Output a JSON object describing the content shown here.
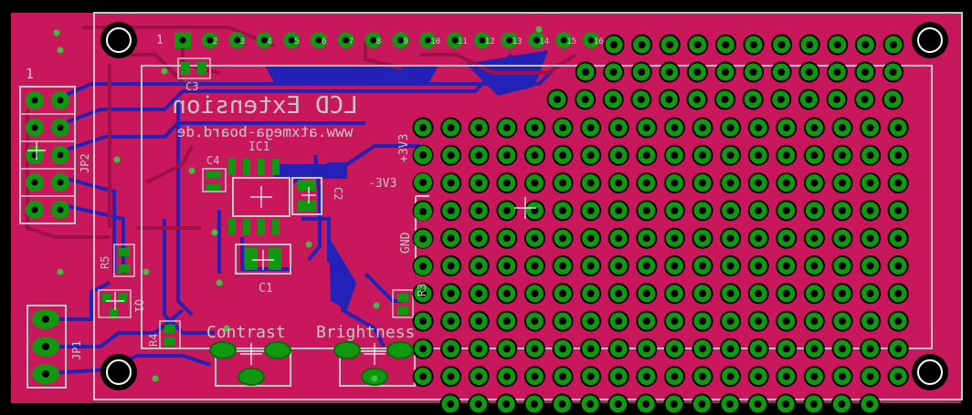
{
  "board": {
    "colors": {
      "background": "#000000",
      "board": "#c8175a",
      "top_copper": "#b0124c",
      "bottom_copper": "#2222b8",
      "pad": "#109810",
      "silk": "#c8c8c8",
      "outline": "#ffffff",
      "via": "#3fbf3f"
    },
    "title_text": "LCD Extension",
    "url_text": "www.atxmega-board.de",
    "labels": {
      "ic1": "IC1",
      "c1": "C1",
      "c2": "C2",
      "c3": "C3",
      "c4": "C4",
      "q1": "Q1",
      "r3": "R3",
      "r4": "R4",
      "r5": "R5",
      "jp1": "JP1",
      "jp2": "JP2",
      "pin1_top": "1",
      "pin1_left": "1",
      "pos3v3": "+3V3",
      "neg3v3": "-3V3",
      "gnd": "GND",
      "contrast": "Contrast",
      "brightness": "Brightness"
    },
    "header_pin_numbers": [
      "2",
      "3",
      "4",
      "5",
      "6",
      "7",
      "8",
      "9",
      "10",
      "11",
      "12",
      "13",
      "14",
      "15",
      "16"
    ],
    "icons": [
      "mounting-hole-icon",
      "origin-cross-icon"
    ]
  }
}
